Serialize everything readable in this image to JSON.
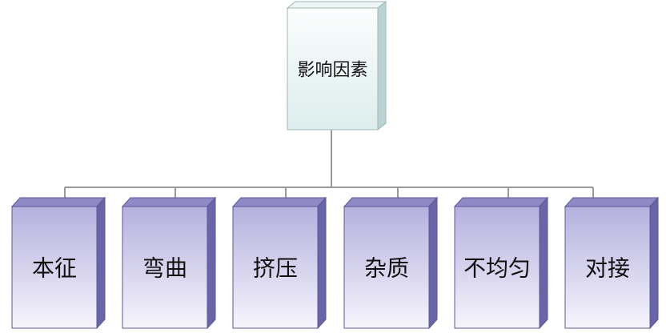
{
  "root": {
    "label": "影响因素",
    "colors": {
      "front_top": "#fbfdfd",
      "front_bottom": "#dceeed",
      "side": "#b9d4d2",
      "top": "#eef6f5",
      "border": "#9fb6b4"
    }
  },
  "children": [
    {
      "label": "本征"
    },
    {
      "label": "弯曲"
    },
    {
      "label": "挤压"
    },
    {
      "label": "杂质"
    },
    {
      "label": "不均匀"
    },
    {
      "label": "对接"
    }
  ],
  "child_colors": {
    "front_top": "#b5b0de",
    "front_bottom": "#f6f5fc",
    "side": "#6a64a8",
    "top": "#8f89c6",
    "border": "#5c5796"
  },
  "connector_color": "#9a9a9a"
}
